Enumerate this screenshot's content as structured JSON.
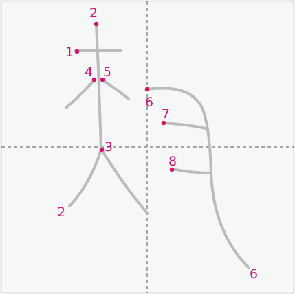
{
  "diagram": {
    "colors": {
      "background": "#f6f8f7",
      "border": "#555555",
      "guide": "#555555",
      "stroke": "#bbbbbb",
      "accent": "#d4146a"
    },
    "labels": [
      "1",
      "2",
      "2",
      "3",
      "4",
      "5",
      "6",
      "6",
      "7",
      "8"
    ]
  }
}
